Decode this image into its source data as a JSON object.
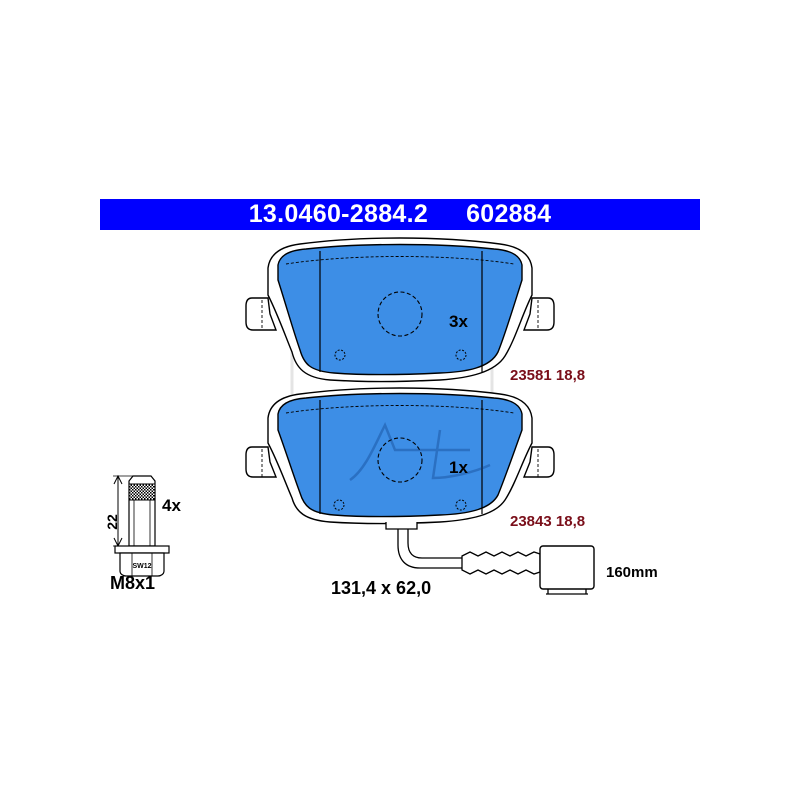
{
  "header": {
    "part_number": "13.0460-2884.2",
    "ref_number": "602884"
  },
  "pads": [
    {
      "quantity": "3x",
      "code": "23581 18,8"
    },
    {
      "quantity": "1x",
      "code": "23843 18,8"
    }
  ],
  "dimensions": "131,4 x 62,0",
  "wear_sensor_length": "160mm",
  "bolt": {
    "quantity": "4x",
    "thread": "M8x1",
    "length": "22",
    "wrench": "SW12"
  },
  "colors": {
    "banner": "#0000ff",
    "pad_fill": "#3d8ee6",
    "code_text": "#7a0f1a"
  }
}
